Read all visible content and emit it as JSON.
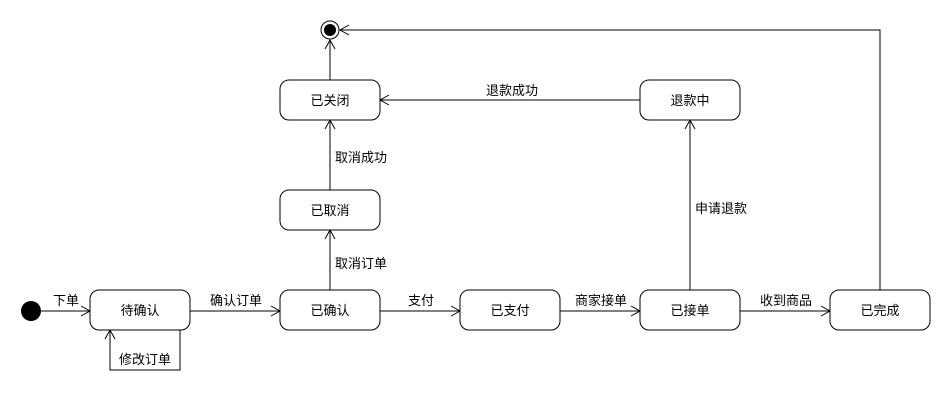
{
  "diagram": {
    "states": {
      "pending": "待确认",
      "confirmed": "已确认",
      "paid": "已支付",
      "accepted": "已接单",
      "completed": "已完成",
      "cancelled": "已取消",
      "closed": "已关闭",
      "refunding": "退款中"
    },
    "transitions": {
      "place_order": "下单",
      "modify_order": "修改订单",
      "confirm_order": "确认订单",
      "pay": "支付",
      "merchant_accept": "商家接单",
      "receive_goods": "收到商品",
      "cancel_order": "取消订单",
      "cancel_success": "取消成功",
      "request_refund": "申请退款",
      "refund_success": "退款成功"
    }
  }
}
